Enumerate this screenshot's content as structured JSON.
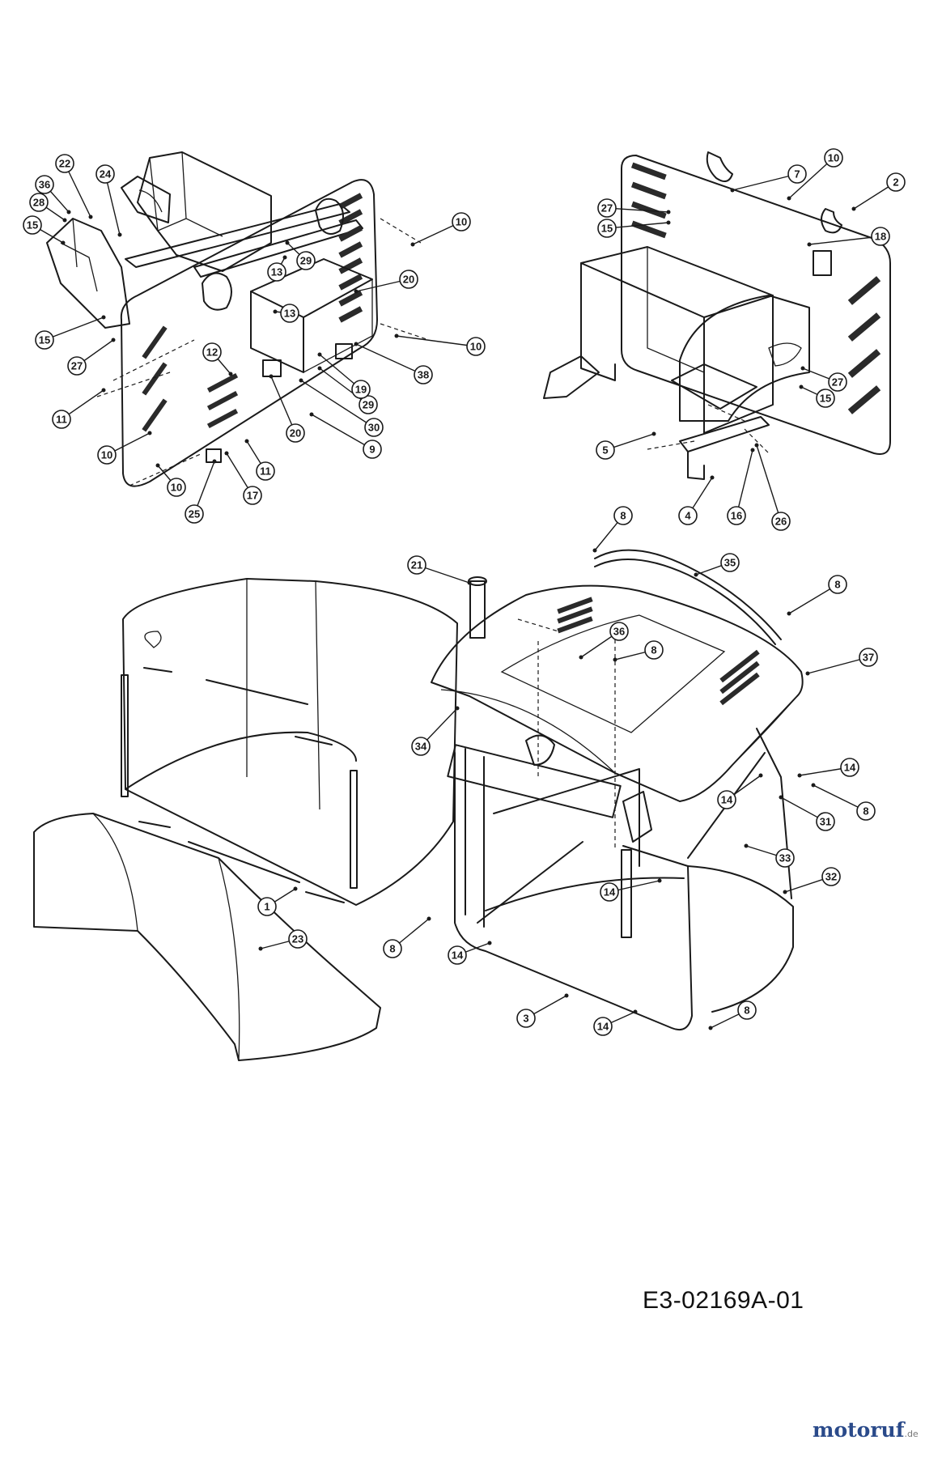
{
  "drawing_code": "E3-02169A-01",
  "watermark": {
    "brand": "motoruf",
    "tld": ".de",
    "accent": "#2a4a8a"
  },
  "callouts": [
    {
      "label": "22"
    },
    {
      "label": "36"
    },
    {
      "label": "24"
    },
    {
      "label": "28"
    },
    {
      "label": "15"
    },
    {
      "label": "15"
    },
    {
      "label": "27"
    },
    {
      "label": "11"
    },
    {
      "label": "10"
    },
    {
      "label": "10"
    },
    {
      "label": "25"
    },
    {
      "label": "17"
    },
    {
      "label": "11"
    },
    {
      "label": "12"
    },
    {
      "label": "20"
    },
    {
      "label": "9"
    },
    {
      "label": "30"
    },
    {
      "label": "29"
    },
    {
      "label": "19"
    },
    {
      "label": "38"
    },
    {
      "label": "10"
    },
    {
      "label": "20"
    },
    {
      "label": "29"
    },
    {
      "label": "13"
    },
    {
      "label": "13"
    },
    {
      "label": "10"
    },
    {
      "label": "10"
    },
    {
      "label": "7"
    },
    {
      "label": "2"
    },
    {
      "label": "27"
    },
    {
      "label": "15"
    },
    {
      "label": "18"
    },
    {
      "label": "27"
    },
    {
      "label": "15"
    },
    {
      "label": "5"
    },
    {
      "label": "4"
    },
    {
      "label": "16"
    },
    {
      "label": "26"
    },
    {
      "label": "8"
    },
    {
      "label": "21"
    },
    {
      "label": "35"
    },
    {
      "label": "8"
    },
    {
      "label": "36"
    },
    {
      "label": "8"
    },
    {
      "label": "37"
    },
    {
      "label": "34"
    },
    {
      "label": "14"
    },
    {
      "label": "14"
    },
    {
      "label": "8"
    },
    {
      "label": "31"
    },
    {
      "label": "33"
    },
    {
      "label": "32"
    },
    {
      "label": "14"
    },
    {
      "label": "8"
    },
    {
      "label": "14"
    },
    {
      "label": "1"
    },
    {
      "label": "23"
    },
    {
      "label": "3"
    },
    {
      "label": "14"
    },
    {
      "label": "8"
    }
  ]
}
